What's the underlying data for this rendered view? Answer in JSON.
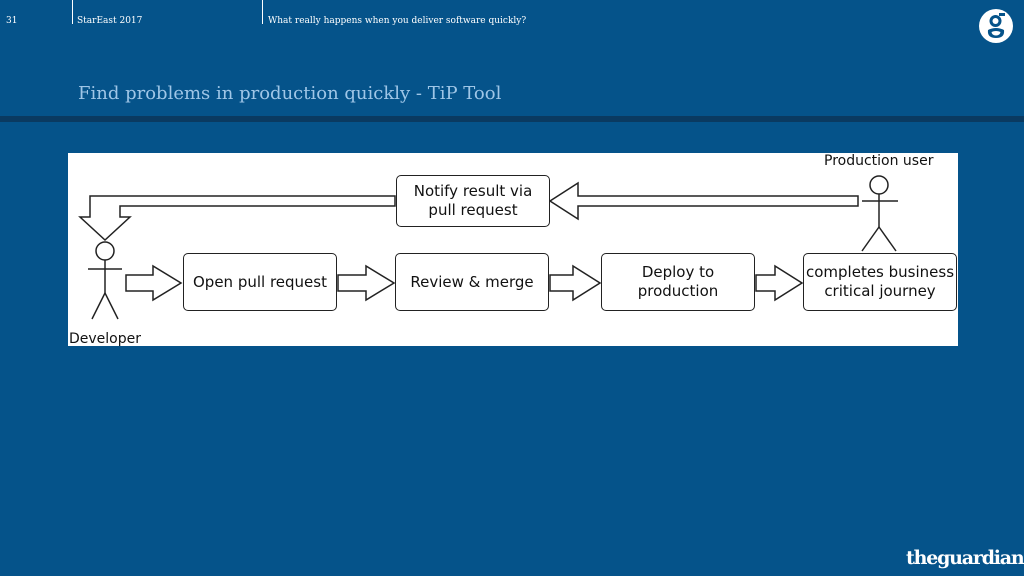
{
  "header": {
    "slide_number": "31",
    "event": "StarEast 2017",
    "talk_title": "What really happens when you deliver software quickly?"
  },
  "slide": {
    "title": "Find problems in production quickly - TiP Tool"
  },
  "diagram": {
    "actors": {
      "developer": "Developer",
      "production_user": "Production user"
    },
    "nodes": {
      "open_pr": "Open pull request",
      "review_merge": "Review & merge",
      "deploy": "Deploy to\nproduction",
      "journey": "completes business\ncritical journey",
      "notify": "Notify result via\npull request"
    }
  },
  "footer": {
    "brand": "theguardian"
  },
  "colors": {
    "background": "#05538a",
    "title": "#9fc6e7",
    "rule": "#0a3a61"
  },
  "icons": {
    "logo": "guardian-g-logo-icon"
  }
}
